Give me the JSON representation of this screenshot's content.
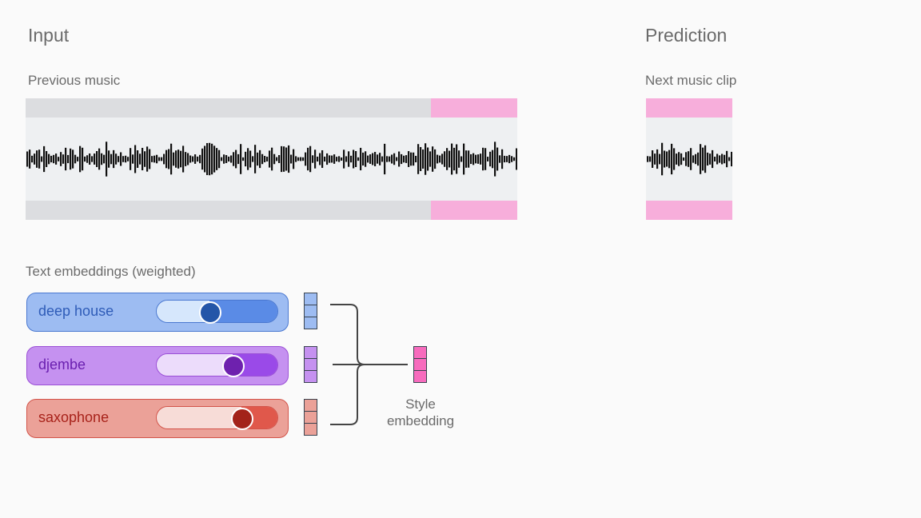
{
  "input_title": "Input",
  "prediction_title": "Prediction",
  "previous_music_label": "Previous music",
  "next_clip_label": "Next music clip",
  "text_embeddings_label": "Text embeddings (weighted)",
  "style_embedding_label": [
    "Style",
    "embedding"
  ],
  "prompts": [
    {
      "label": "deep house",
      "weight": 0.44,
      "card": "#9dbcf2",
      "border": "#4a78d0",
      "text": "#2f5cb8",
      "light": "#d6e7fc",
      "dark": "#5a8be6",
      "knob": "#2456a8"
    },
    {
      "label": "djembe",
      "weight": 0.63,
      "card": "#c591f0",
      "border": "#9a4fd6",
      "text": "#6a1fb0",
      "light": "#ecdcfb",
      "dark": "#9a4ae8",
      "knob": "#6e21ae"
    },
    {
      "label": "saxophone",
      "weight": 0.7,
      "card": "#eba198",
      "border": "#d2544a",
      "text": "#a8231b",
      "light": "#f7dcd7",
      "dark": "#e0584b",
      "knob": "#a3231a"
    }
  ],
  "colors": {
    "pink": "#f7aedb",
    "band": "#dcdde0",
    "style_vec": "#f76bbd"
  }
}
